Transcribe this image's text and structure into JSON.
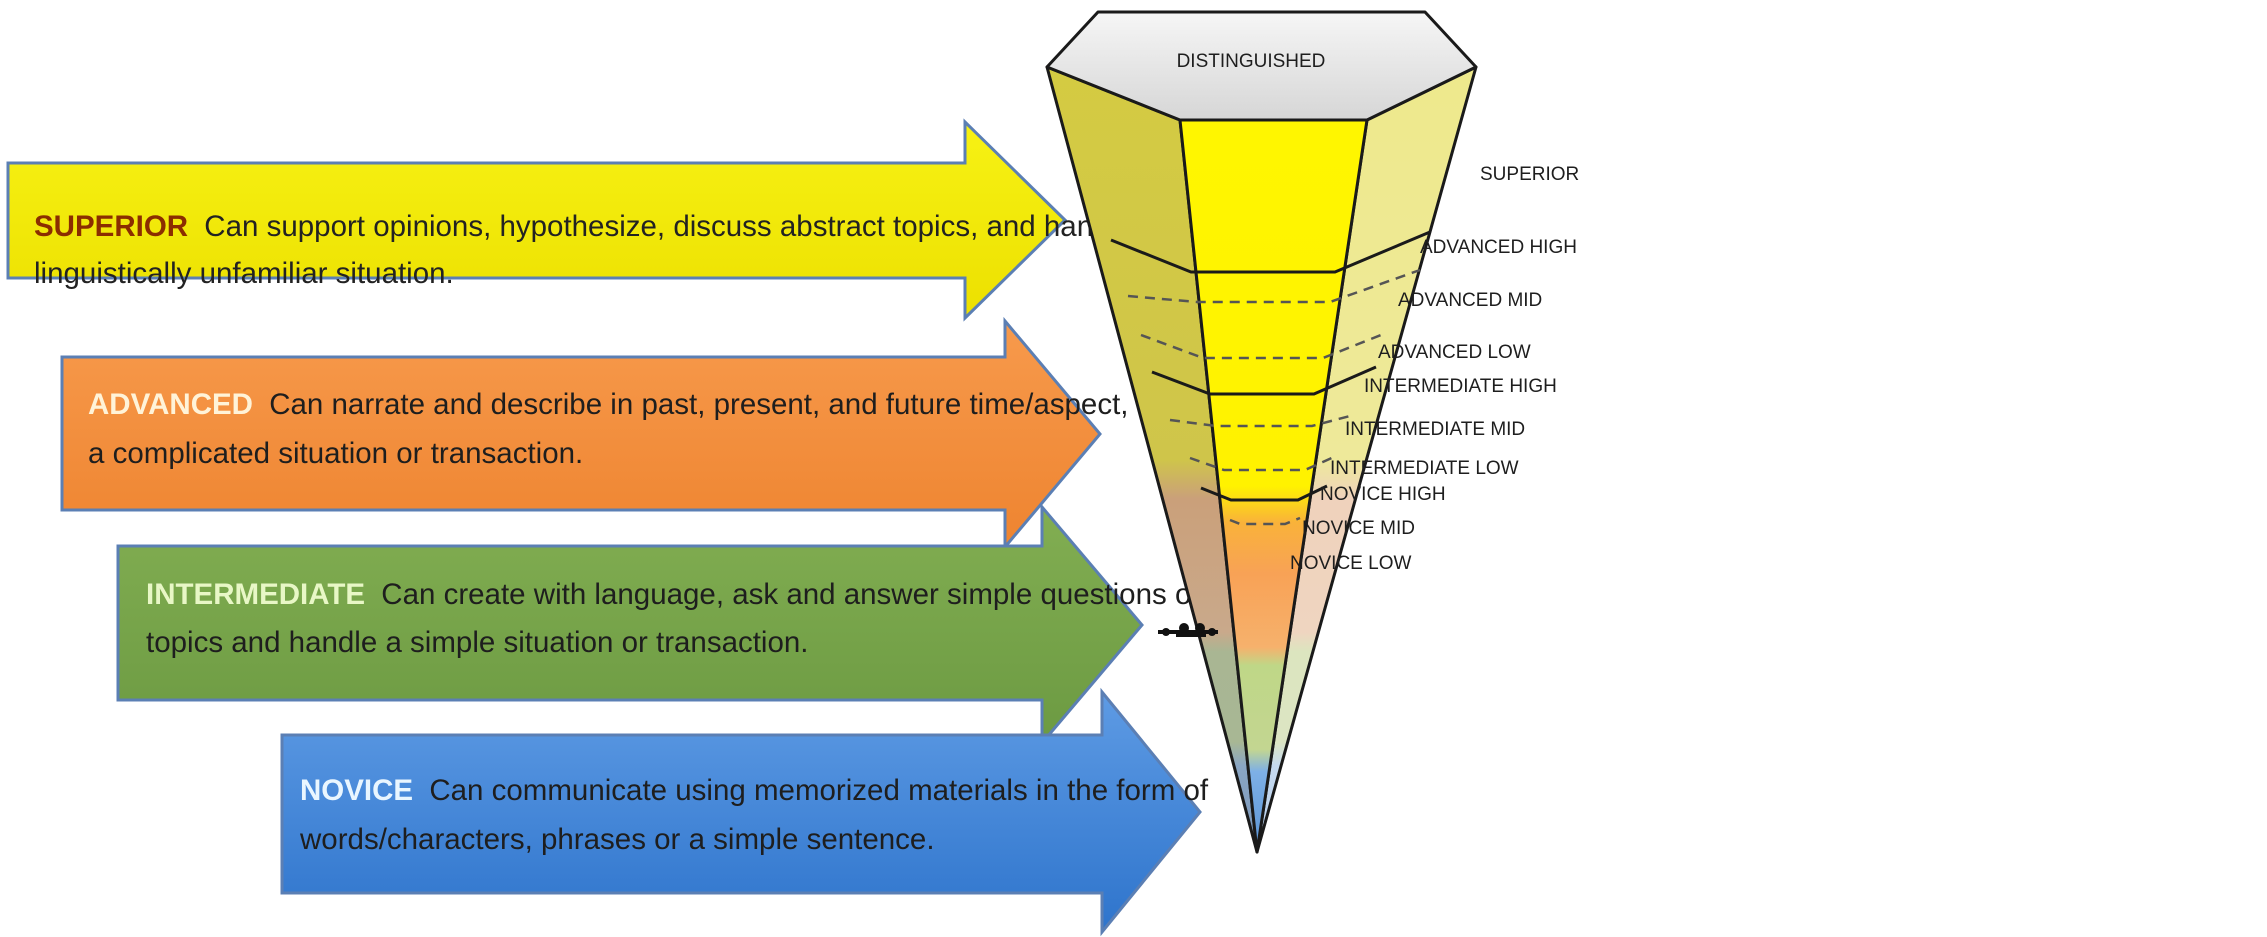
{
  "levels": [
    {
      "key": "superior",
      "name": "SUPERIOR",
      "line1": "Can support opinions, hypothesize, discuss abstract topics, and handle a",
      "line2": "linguistically unfamiliar situation.",
      "fill": "#f5f000",
      "name_color": "#8b2d00",
      "text_color": "#222222"
    },
    {
      "key": "advanced",
      "name": "ADVANCED",
      "line1": "Can narrate and describe in past, present, and future time/aspect, and handle",
      "line2": "a complicated situation or transaction.",
      "fill": "#f6923f",
      "name_color": "#fff3d8",
      "text_color": "#1e1e1e"
    },
    {
      "key": "intermediate",
      "name": "INTERMEDIATE",
      "line1": "Can create with language, ask and answer simple questions on familiar",
      "line2": "topics and handle a simple situation or transaction.",
      "fill": "#78a54b",
      "name_color": "#e8f7c6",
      "text_color": "#1e1e1e"
    },
    {
      "key": "novice",
      "name": "NOVICE",
      "line1": "Can communicate using memorized materials in the form of",
      "line2": "words/characters, phrases or a simple sentence.",
      "fill": "#4a8ddb",
      "name_color": "#e9f6ff",
      "text_color": "#1e1e1e"
    }
  ],
  "pyramid_labels": {
    "distinguished": "DISTINGUISHED",
    "superior": "SUPERIOR",
    "advanced_high": "ADVANCED HIGH",
    "advanced_mid": "ADVANCED MID",
    "advanced_low": "ADVANCED LOW",
    "intermediate_high": "INTERMEDIATE HIGH",
    "intermediate_mid": "INTERMEDIATE MID",
    "intermediate_low": "INTERMEDIATE LOW",
    "novice_high": "NOVICE HIGH",
    "novice_mid": "NOVICE MID",
    "novice_low": "NOVICE LOW"
  },
  "colors": {
    "pyramid_superior": "#fff200",
    "pyramid_advanced": "#f9a35a",
    "pyramid_intermediate": "#c9d98f",
    "pyramid_novice": "#8bb8e6",
    "top_face": "#d9d9d9",
    "outline": "#1a1a1a"
  },
  "logo": "crown-emblem"
}
